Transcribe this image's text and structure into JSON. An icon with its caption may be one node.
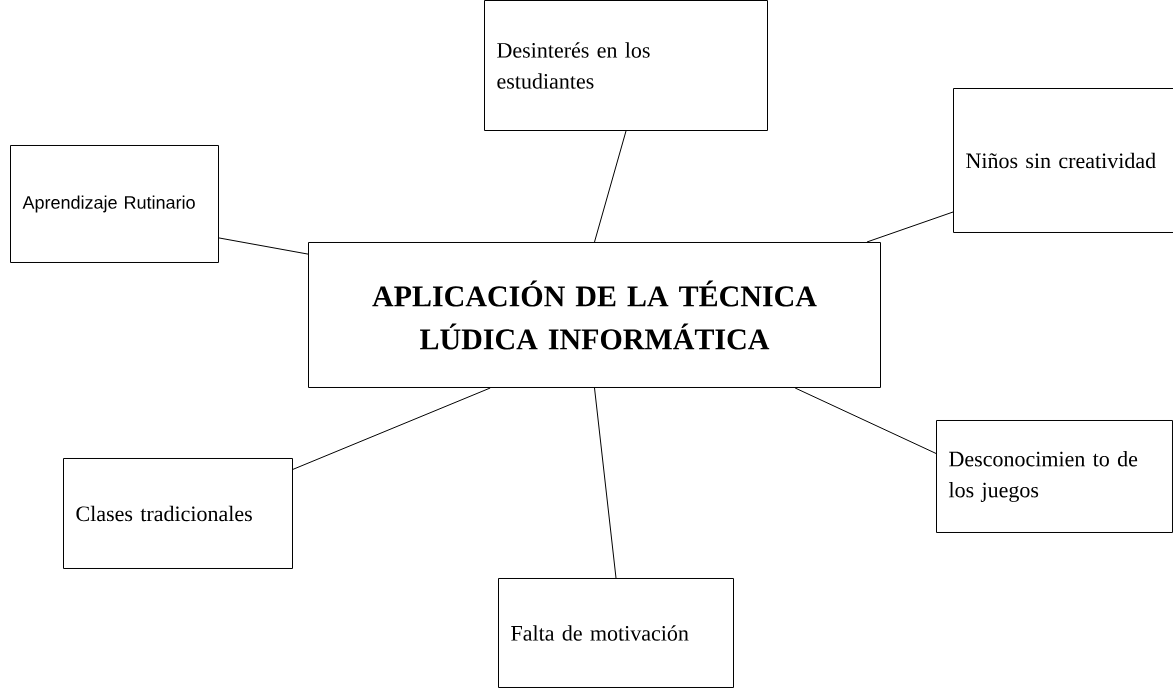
{
  "diagram": {
    "nodes": [
      {
        "text": [
          "APLICACIÓN DE LA TÉCNICA LÚDICA INFORMÁTICA"
        ]
      },
      {
        "text": [
          "Desinterés en los estudiantes"
        ]
      },
      {
        "text": [
          "Niños sin creatividad"
        ]
      },
      {
        "text": [
          "Aprendizaje Rutinario"
        ]
      },
      {
        "text": [
          "Clases tradicionales"
        ]
      },
      {
        "text": [
          "Desconocimien to de los juegos"
        ]
      },
      {
        "text": [
          "Falta de motivación"
        ]
      }
    ],
    "edges": [
      {
        "from": 1,
        "to": 0,
        "arrow": "none"
      },
      {
        "from": 2,
        "to": 0,
        "arrow": "none"
      },
      {
        "from": 3,
        "to": 0,
        "arrow": "none"
      },
      {
        "from": 4,
        "to": 0,
        "arrow": "none"
      },
      {
        "from": 5,
        "to": 0,
        "arrow": "none"
      },
      {
        "from": 6,
        "to": 0,
        "arrow": "none"
      }
    ]
  }
}
